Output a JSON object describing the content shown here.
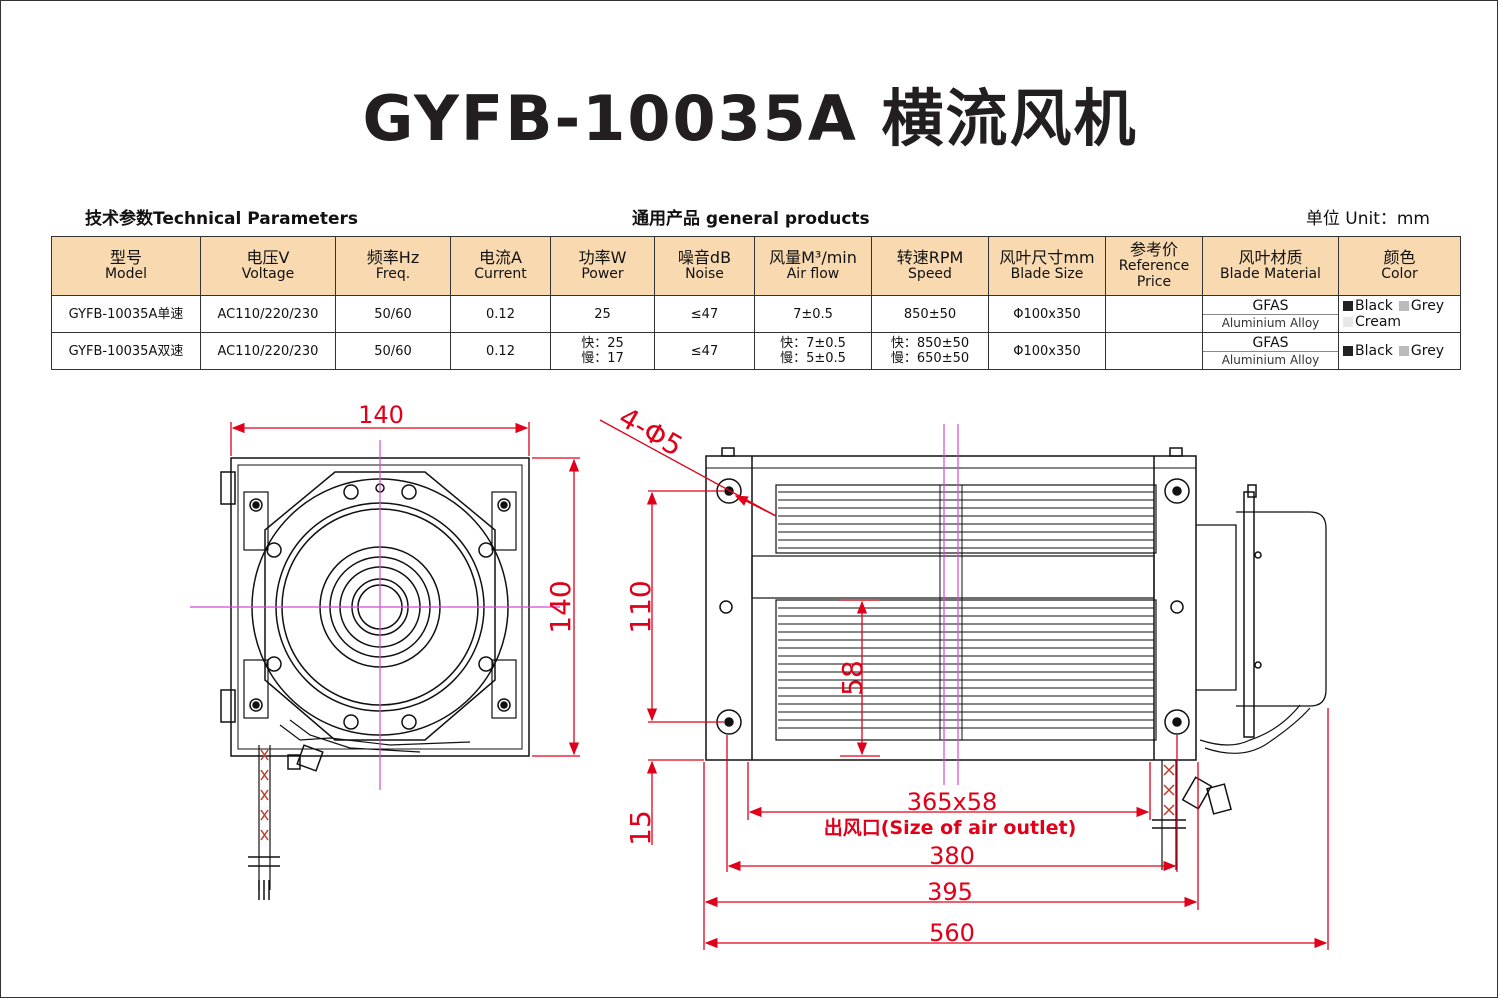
{
  "title": "GYFB-10035A 横流风机",
  "header": {
    "tech_params": "技术参数Technical Parameters",
    "general_products": "通用产品 general products",
    "unit": "单位 Unit：mm"
  },
  "table": {
    "columns": [
      {
        "cn": "型号",
        "en": "Model"
      },
      {
        "cn": "电压V",
        "en": "Voltage"
      },
      {
        "cn": "频率Hz",
        "en": "Freq."
      },
      {
        "cn": "电流A",
        "en": "Current"
      },
      {
        "cn": "功率W",
        "en": "Power"
      },
      {
        "cn": "噪音dB",
        "en": "Noise"
      },
      {
        "cn": "风量M³/min",
        "en": "Air flow"
      },
      {
        "cn": "转速RPM",
        "en": "Speed"
      },
      {
        "cn": "风叶尺寸mm",
        "en": "Blade Size"
      },
      {
        "cn": "参考价",
        "en": "Reference Price"
      },
      {
        "cn": "风叶材质",
        "en": "Blade Material"
      },
      {
        "cn": "颜色",
        "en": "Color"
      }
    ],
    "rows": [
      {
        "model": "GYFB-10035A单速",
        "voltage": "AC110/220/230",
        "freq": "50/60",
        "current": "0.12",
        "power": "25",
        "power2": "",
        "noise": "≤47",
        "airflow": "7±0.5",
        "airflow2": "",
        "speed": "850±50",
        "speed2": "",
        "blade": "Φ100x350",
        "price": "",
        "mat1": "GFAS",
        "mat2": "Aluminium Alloy",
        "colors": [
          "Black",
          "Grey",
          "Cream"
        ]
      },
      {
        "model": "GYFB-10035A双速",
        "voltage": "AC110/220/230",
        "freq": "50/60",
        "current": "0.12",
        "power": "快：25",
        "power2": "慢：17",
        "noise": "≤47",
        "airflow": "快：7±0.5",
        "airflow2": "慢：5±0.5",
        "speed": "快：850±50",
        "speed2": "慢：650±50",
        "blade": "Φ100x350",
        "price": "",
        "mat1": "GFAS",
        "mat2": "Aluminium Alloy",
        "colors": [
          "Black",
          "Grey"
        ]
      }
    ]
  },
  "swatches": {
    "Black": "#222222",
    "Grey": "#bbbbbb",
    "Cream": "#e8e8e8"
  },
  "dims": {
    "left_width": "140",
    "left_height": "140",
    "holes": "4-Φ5",
    "hole_spacing": "110",
    "outlet_height": "58",
    "bottom_offset": "15",
    "outlet": "365x58",
    "outlet_label": "出风口(Size of  air outlet)",
    "d380": "380",
    "d395": "395",
    "d560": "560"
  },
  "colors": {
    "dimension": "#e0001a",
    "centerline": "#d24bd2",
    "header_bg": "#f8d9b0"
  }
}
